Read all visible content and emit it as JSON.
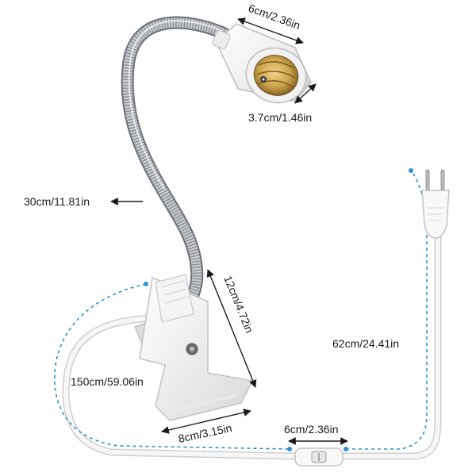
{
  "labels": {
    "socket_width": "6cm/2.36in",
    "socket_depth": "3.7cm/1.46in",
    "gooseneck_length": "30cm/11.81in",
    "clip_height": "12cm/4.72in",
    "clip_width": "8cm/3.15in",
    "cable_to_switch": "150cm/59.06in",
    "switch_length": "6cm/2.36in",
    "switch_to_plug": "62cm/24.41in"
  },
  "colors": {
    "dimension_line": "#1a1a1a",
    "dotted_guide": "#2e8fd6",
    "cable": "#f4f4f4",
    "cable_edge": "#cfcfcf",
    "metal": "#b9bcc1",
    "brass": "#c9a14a"
  },
  "icons": {
    "plug": "eu-plug-icon",
    "switch": "inline-rocker-switch-icon",
    "socket": "e27-socket-icon"
  }
}
